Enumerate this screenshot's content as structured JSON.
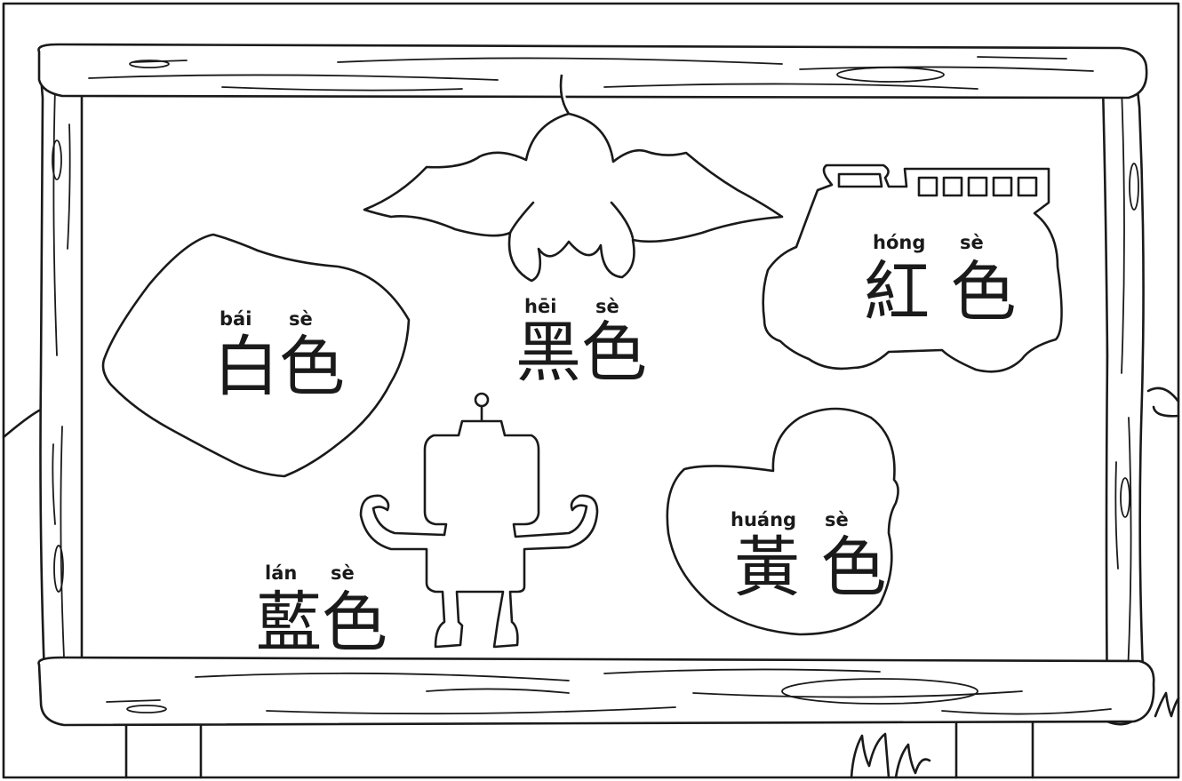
{
  "labels": {
    "white": {
      "pinyin_1": "bái",
      "pinyin_2": "sè",
      "hanzi": "白色"
    },
    "black": {
      "pinyin_1": "hēi",
      "pinyin_2": "sè",
      "hanzi": "黑色"
    },
    "red": {
      "pinyin_1": "hóng",
      "pinyin_2": "sè",
      "hanzi": "紅 色"
    },
    "blue": {
      "pinyin_1": "lán",
      "pinyin_2": "sè",
      "hanzi": "藍色"
    },
    "yellow": {
      "pinyin_1": "huáng",
      "pinyin_2": "sè",
      "hanzi": "黃 色"
    }
  },
  "colors": {
    "line": "#1a1a1a",
    "paper": "#ffffff"
  }
}
